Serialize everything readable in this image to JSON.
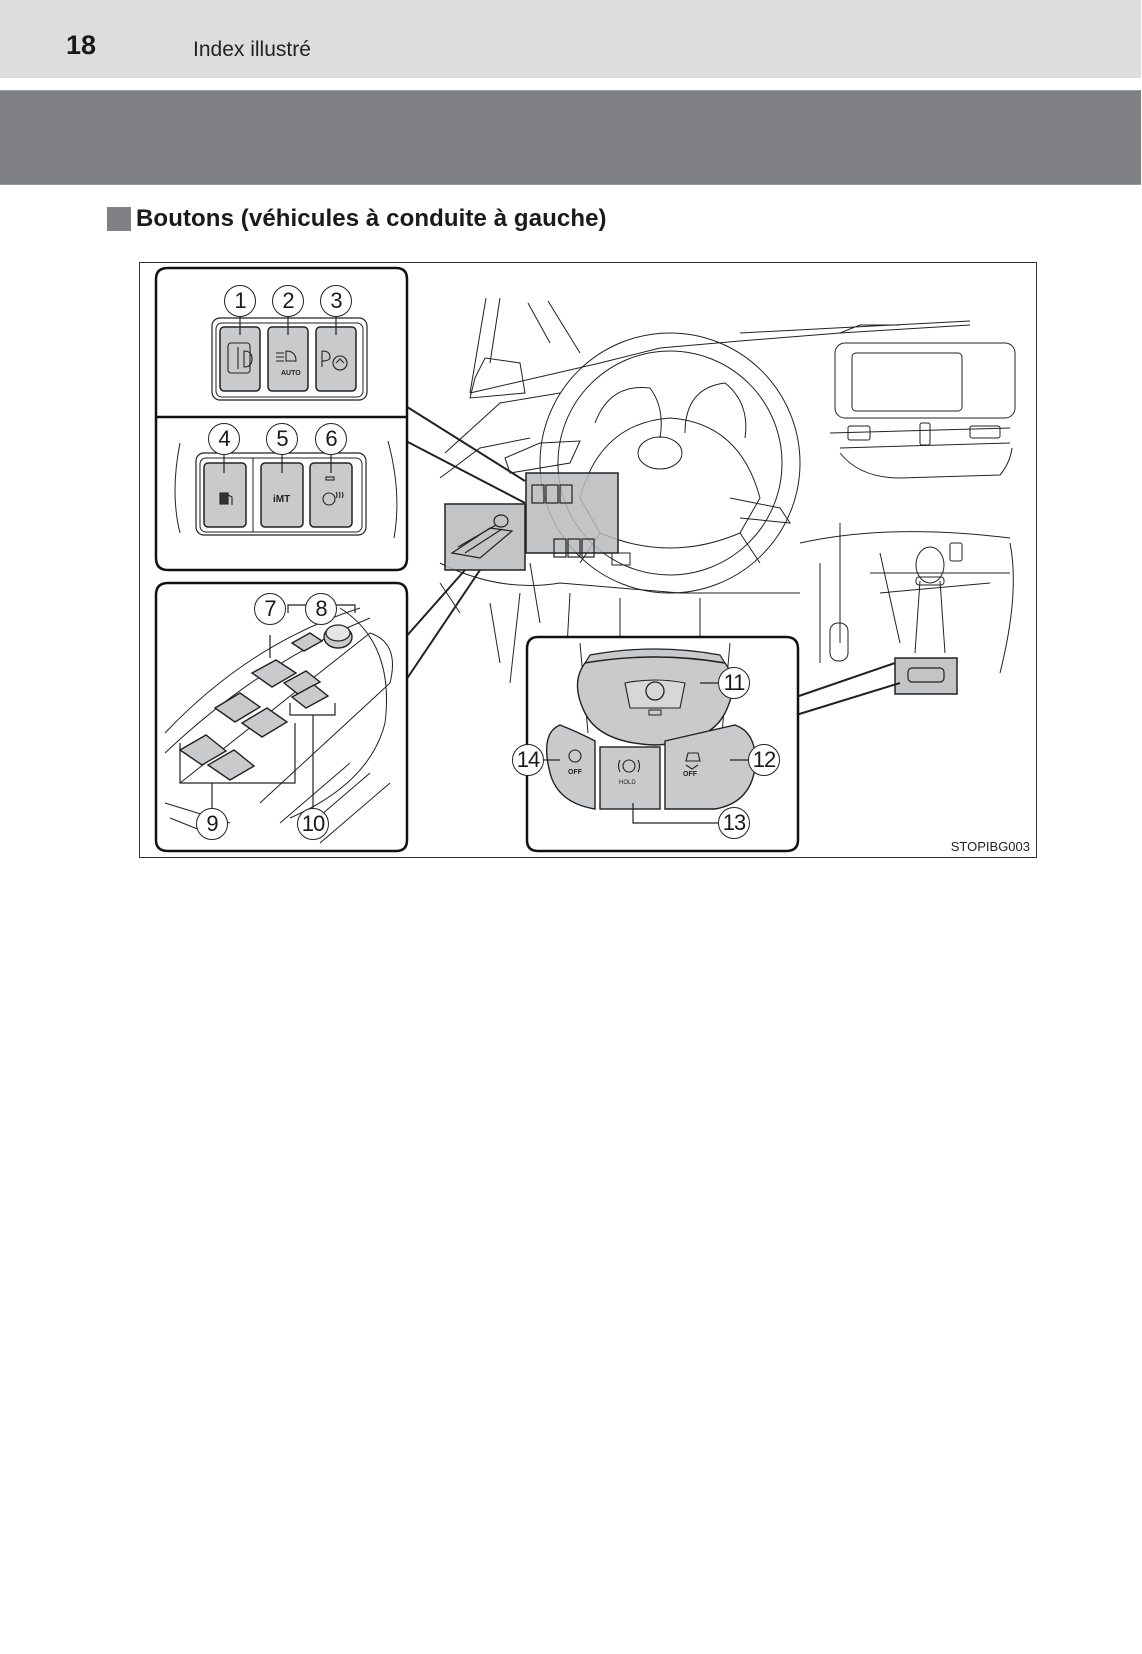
{
  "header": {
    "page_number": "18",
    "section_title": "Index illustré"
  },
  "content": {
    "heading": "Boutons (véhicules à conduite à gauche)",
    "figure": {
      "figure_id": "STOPIBG003",
      "callouts": [
        "1",
        "2",
        "3",
        "4",
        "5",
        "6",
        "7",
        "8",
        "9",
        "10",
        "11",
        "12",
        "13",
        "14"
      ],
      "button_labels": {
        "auto_headlight": "AUTO",
        "imt": "iMT",
        "hold": "HOLD",
        "auto_off": "OFF",
        "vsc_off": "OFF",
        "parking_brake": "P",
        "parking_assist": "P"
      }
    }
  },
  "colors": {
    "header_light": "#dcdddf",
    "header_dark": "#808185",
    "button_gray": "#c9cacc",
    "highlight_gray": "#b9babc"
  }
}
